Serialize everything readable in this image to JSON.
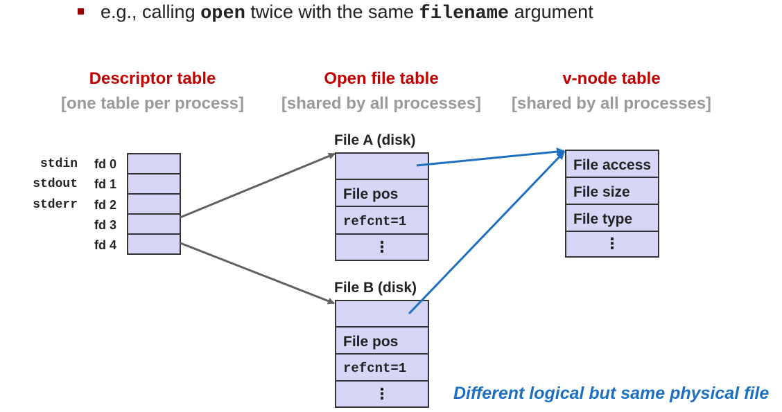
{
  "bullet": {
    "prefix": "e.g., calling ",
    "code1": "open",
    "mid": " twice with the same ",
    "code2": "filename",
    "suffix": " argument"
  },
  "columns": {
    "descriptor": {
      "title": "Descriptor table",
      "subtitle": "[one table per process]"
    },
    "open_file": {
      "title": "Open file table",
      "subtitle": "[shared by all processes]"
    },
    "vnode": {
      "title": "v-node table",
      "subtitle": "[shared by all processes]"
    }
  },
  "descriptor_rows": [
    {
      "name": "stdin",
      "fd": "fd 0"
    },
    {
      "name": "stdout",
      "fd": "fd 1"
    },
    {
      "name": "stderr",
      "fd": "fd 2"
    },
    {
      "name": "",
      "fd": "fd 3"
    },
    {
      "name": "",
      "fd": "fd 4"
    }
  ],
  "file_a": {
    "label": "File A (disk)",
    "rows": [
      "",
      "File pos",
      "refcnt=1",
      "⋮"
    ]
  },
  "file_b": {
    "label": "File B (disk)",
    "rows": [
      "",
      "File pos",
      "refcnt=1",
      "⋮"
    ]
  },
  "vnode_rows": [
    "File access",
    "File size",
    "File type",
    "⋮"
  ],
  "caption": "Different logical but same physical file",
  "colors": {
    "title_red": "#c00000",
    "subtitle_gray": "#9a9a9a",
    "cell_fill": "#d6d6f6",
    "pointer_gray": "#606060",
    "pointer_blue": "#1f6fbf",
    "bullet_red": "#990000"
  }
}
